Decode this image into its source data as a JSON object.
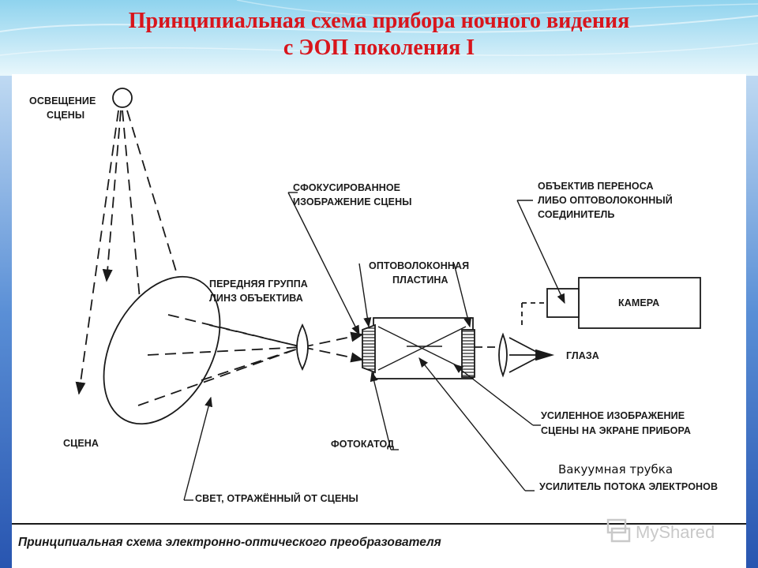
{
  "slide": {
    "title_line1": "Принципиальная схема  прибора ночного видения",
    "title_line2": "с ЭОП поколения I",
    "colors": {
      "title": "#d8151c",
      "header_bg": "#9fd9ef",
      "side_bg": "#2f63b8"
    }
  },
  "diagram": {
    "labels": {
      "scene_lighting_1": "ОСВЕЩЕНИЕ",
      "scene_lighting_2": "СЦЕНЫ",
      "focused_1": "СФОКУСИРОВАННОЕ",
      "focused_2": "ИЗОБРАЖЕНИЕ СЦЕНЫ",
      "relay_1": "ОБЪЕКТИВ ПЕРЕНОСА",
      "relay_2": "ЛИБО ОПТОВОЛОКОННЫЙ",
      "relay_3": "СОЕДИНИТЕЛЬ",
      "fiber_1": "ОПТОВОЛОКОННАЯ",
      "fiber_2": "ПЛАСТИНА",
      "front_lens_1": "ПЕРЕДНЯЯ ГРУППА",
      "front_lens_2": "ЛИНЗ ОБЪЕКТИВА",
      "camera": "КАМЕРА",
      "eyes": "ГЛАЗА",
      "intensified_1": "УСИЛЕННОЕ ИЗОБРАЖЕНИЕ",
      "intensified_2": "СЦЕНЫ НА ЭКРАНЕ ПРИБОРА",
      "scene": "СЦЕНА",
      "photocathode": "ФОТОКАТОД",
      "vacuum_tube": "Вакуумная трубка",
      "amplifier": "УСИЛИТЕЛЬ ПОТОКА ЭЛЕКТРОНОВ",
      "reflected": "СВЕТ, ОТРАЖЁННЫЙ ОТ СЦЕНЫ"
    },
    "caption": "Принципиальная схема электронно-оптического преобразователя",
    "watermark": "MyShared"
  }
}
